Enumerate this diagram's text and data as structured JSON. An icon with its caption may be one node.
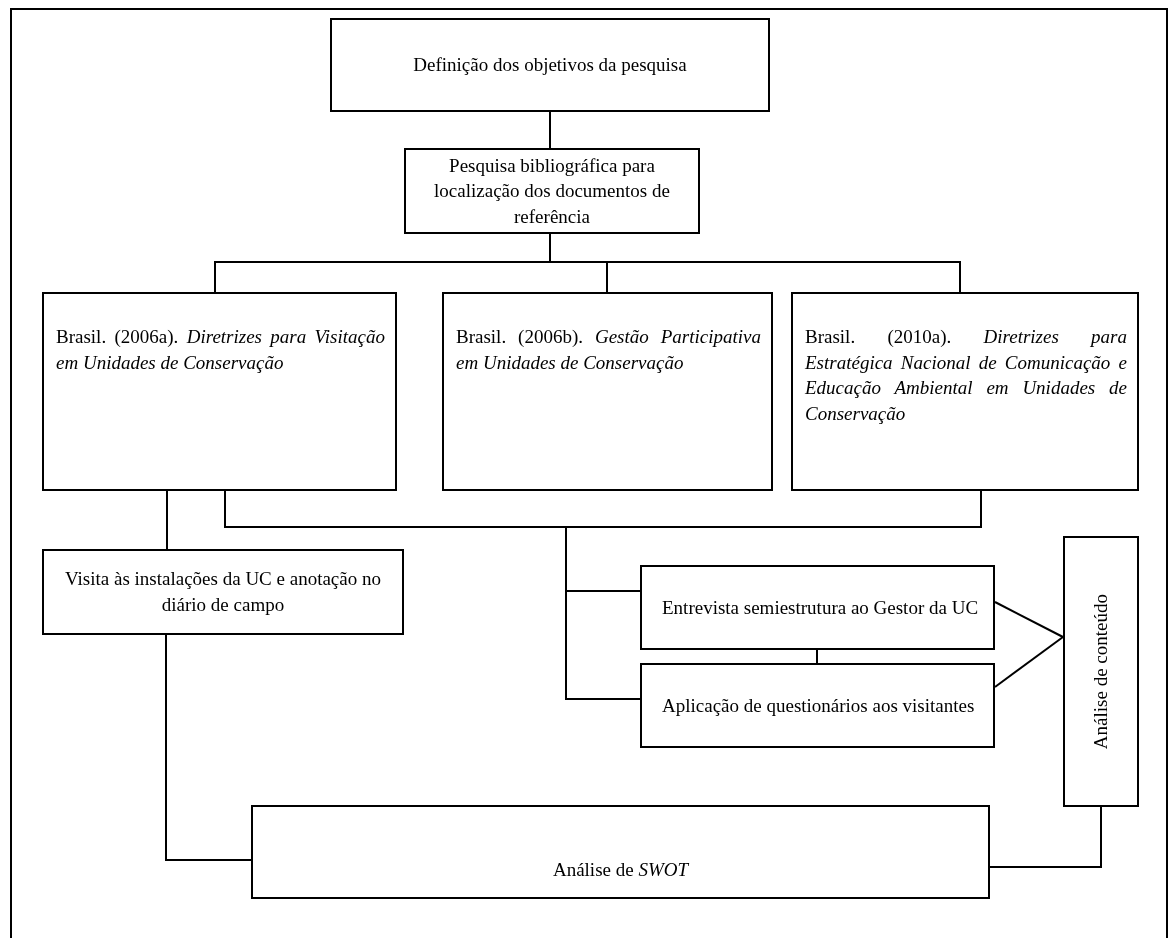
{
  "diagram": {
    "nodes": [
      {
        "text": [
          "Definição dos objetivos da pesquisa"
        ]
      },
      {
        "text": [
          "Pesquisa bibliográfica para localização dos documentos de referência"
        ]
      },
      {
        "text": [
          "Brasil. (2006a). *Diretrizes para Visitação em Unidades de Conservação*"
        ]
      },
      {
        "text": [
          "Brasil. (2006b). *Gestão Participativa em Unidades de Conservação*"
        ]
      },
      {
        "text": [
          "Brasil. (2010a). *Diretrizes para Estratégica Nacional de Comunicação e Educação Ambiental em Unidades de Conservação*"
        ]
      },
      {
        "text": [
          "Visita às instalações da UC e anotação no diário de campo"
        ]
      },
      {
        "text": [
          "Entrevista semiestrutura ao Gestor da UC"
        ]
      },
      {
        "text": [
          "Aplicação de questionários aos visitantes"
        ]
      },
      {
        "text": [
          "Análise de conteúdo"
        ]
      },
      {
        "text": [
          "Análise de *SWOT*"
        ]
      }
    ],
    "edges": [
      {
        "from": 0,
        "to": 1,
        "arrow": "none"
      },
      {
        "from": 1,
        "to": 2,
        "arrow": "none"
      },
      {
        "from": 1,
        "to": 3,
        "arrow": "none"
      },
      {
        "from": 1,
        "to": 4,
        "arrow": "none"
      },
      {
        "from": 2,
        "to": 5,
        "arrow": "none"
      },
      {
        "from": 2,
        "to": 6,
        "arrow": "none"
      },
      {
        "from": 2,
        "to": 7,
        "arrow": "none"
      },
      {
        "from": 4,
        "to": 6,
        "arrow": "none"
      },
      {
        "from": 4,
        "to": 7,
        "arrow": "none"
      },
      {
        "from": 6,
        "to": 7,
        "arrow": "none"
      },
      {
        "from": 6,
        "to": 8,
        "arrow": "none"
      },
      {
        "from": 7,
        "to": 8,
        "arrow": "none"
      },
      {
        "from": 5,
        "to": 9,
        "arrow": "none"
      },
      {
        "from": 8,
        "to": 9,
        "arrow": "none"
      }
    ]
  }
}
